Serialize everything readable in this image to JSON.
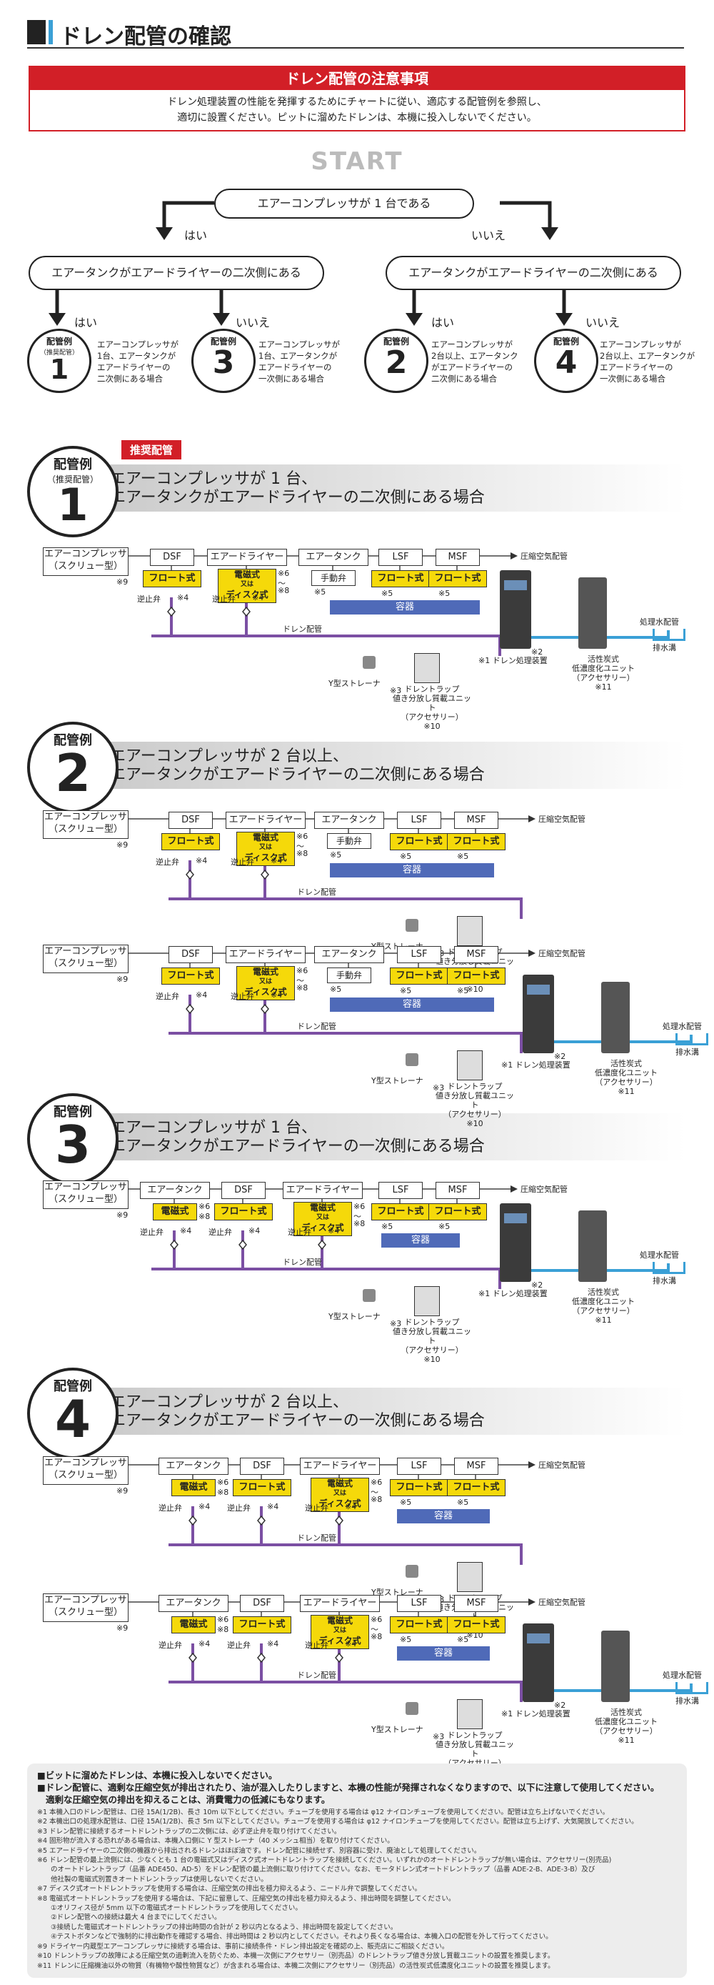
{
  "header": {
    "title": "ドレン配管の確認"
  },
  "notice": {
    "title": "ドレン配管の注意事項",
    "line1": "ドレン処理装置の性能を発揮するためにチャートに従い、適応する配管例を参照し、",
    "line2": "適切に設置ください。ピットに溜めたドレンは、本機に投入しないでください。"
  },
  "flow": {
    "start": "START",
    "q1": "エアーコンプレッサが 1 台である",
    "yes": "はい",
    "no": "いいえ",
    "q2": "エアータンクがエアードライヤーの二次側にある",
    "case_label": "配管例",
    "recommended_paren": "（推奨配管）",
    "cases": [
      {
        "num": "1",
        "desc": [
          "エアーコンプレッサが",
          "1台、エアータンクが",
          "エアードライヤーの",
          "二次側にある場合"
        ]
      },
      {
        "num": "3",
        "desc": [
          "エアーコンプレッサが",
          "1台、エアータンクが",
          "エアードライヤーの",
          "一次側にある場合"
        ]
      },
      {
        "num": "2",
        "desc": [
          "エアーコンプレッサが",
          "2台以上、エアータンク",
          "がエアードライヤーの",
          "二次側にある場合"
        ]
      },
      {
        "num": "4",
        "desc": [
          "エアーコンプレッサが",
          "2台以上、エアータンクが",
          "エアードライヤーの",
          "一次側にある場合"
        ]
      }
    ]
  },
  "sections": [
    {
      "num": "1",
      "sub": "（推奨配管）",
      "badge": "推奨配管",
      "line1": "エアーコンプレッサが 1 台、",
      "line2": "エアータンクがエアードライヤーの二次側にある場合"
    },
    {
      "num": "2",
      "line1": "エアーコンプレッサが 2 台以上、",
      "line2": "エアータンクがエアードライヤーの二次側にある場合"
    },
    {
      "num": "3",
      "line1": "エアーコンプレッサが 1 台、",
      "line2": "エアータンクがエアードライヤーの一次側にある場合"
    },
    {
      "num": "4",
      "line1": "エアーコンプレッサが 2 台以上、",
      "line2": "エアータンクがエアードライヤーの一次側にある場合"
    }
  ],
  "labels": {
    "compressor": "エアーコンプレッサ",
    "compressor_sub": "（スクリュー型）",
    "dsf": "DSF",
    "dryer": "エアードライヤー",
    "tank": "エアータンク",
    "lsf": "LSF",
    "msf": "MSF",
    "out": "圧縮空気配管",
    "float": "フロート式",
    "electro": "電磁式",
    "or": "又は",
    "disc": "ディスク式",
    "manual": "手動弁",
    "vessel": "容器",
    "check": "逆止弁",
    "drain_pipe": "ドレン配管",
    "strainer": "Y型ストレーナ",
    "trap1": "ドレントラップ",
    "trap2": "値き分放し質載ユニット",
    "trap3": "（アクセサリー）",
    "unit": "ドレン処理装置",
    "carbon1": "活性炭式",
    "carbon2": "低濃度化ユニット",
    "carbon3": "（アクセサリー）",
    "waterpipe": "処理水配管",
    "ditch": "排水溝",
    "n1": "※1",
    "n2": "※2",
    "n3": "※3",
    "n4": "※4",
    "n5": "※5",
    "n6": "※6",
    "n8": "※8",
    "n9": "※9",
    "n10": "※10",
    "n11": "※11",
    "tilde": "〜"
  },
  "notes": {
    "h1": "■ビットに溜めたドレンは、本機に投入しないでください。",
    "h2": "■ドレン配管に、適剰な圧縮空気が排出されたり、油が混入したりしますと、本機の性能が発揮されなくなりますので、以下に注意して使用してください。",
    "h3": "適剰な圧縮空気の排出を抑えることは、消費電力の低減にもなります。",
    "lines": [
      "※1 本機入口のドレン配管は、口径 15A(1/2B)、長さ 10m 以下としてください。チューブを使用する場合は φ12 ナイロンチューブを使用してください。配管は立ち上げないでください。",
      "※2 本機出口の処理水配管は、口径 15A(1/2B)、長さ 5m 以下としてください。チューブを使用する場合は φ12 ナイロンチューブを使用してください。配管は立ち上げず、大気開放してください。",
      "※3 ドレン配管に接続するオートドレントラップの二次側には、必ず逆止弁を取り付けてください。",
      "※4 固形物が流入する恐れがある場合は、本機入口側に Y 型ストレーナ（40 メッシュ相当）を取り付けてください。",
      "※5 エアードライヤーの二次側の機器から排出されるドレンはほぼ油です。ドレン配管に接続せず、別容器に受け、廃油として処理してください。",
      "※6 ドレン配管の最上流側には、少なくとも 1 台の電磁式又はディスク式オートドレントラップを接続してください。いずれかのオートドレントラップが無い場合は、アクセサリー(別売品)",
      "　　のオートドレントラップ（品番 ADE450、AD-5）をドレン配管の最上流側に取り付けてください。なお、モータドレン式オートドレントラップ（品番 ADE-2-B、ADE-3-B）及び",
      "　　他社製の電磁式別置きオートドレントラップは使用しないでください。",
      "※7 ディスク式オートドレントラップを使用する場合は、圧縮空気の排出を極力抑えるよう、ニードル弁で調整してください。",
      "※8 電磁式オートドレントラップを使用する場合は、下記に留意して、圧縮空気の排出を極力抑えるよう、排出時間を調整してください。",
      "　　①オリフィス径が 5mm 以下の電磁式オートドレントラップを使用してください。",
      "　　②ドレン配管への接続は最大 4 台までにしてください。",
      "　　③接続した電磁式オートドレントラップの排出時間の合計が 2 秒以内となるよう、排出時間を設定してください。",
      "　　④テストボタンなどで強制的に排出動作を確認する場合、排出時間は 2 秒以内としてください。それより長くなる場合は、本機入口の配管を外して行ってください。",
      "※9 ドライヤー内蔵型エアーコンプレッサに接続する場合は、事前に接続条件・ドレン排出設定を確認の上、販売店にご相談ください。",
      "※10 ドレントラップの故障による圧縮空気の過剰流入を防ぐため、本機一次側にアクセサリー（別売品）のドレントラップ値き分放し質載ユニットの設置を推奨します。",
      "※11 ドレンに圧縮機油以外の物質（有機物や酸性物質など）が含まれる場合は、本機二次側にアクセサリー（別売品）の活性炭式低濃度化ユニットの設置を推奨します。"
    ]
  },
  "colors": {
    "accent": "#d21f27",
    "pipe": "#7b4fa3",
    "water": "#3aa0d6",
    "trap": "#f5d90a",
    "vessel": "#4f6ab8"
  }
}
